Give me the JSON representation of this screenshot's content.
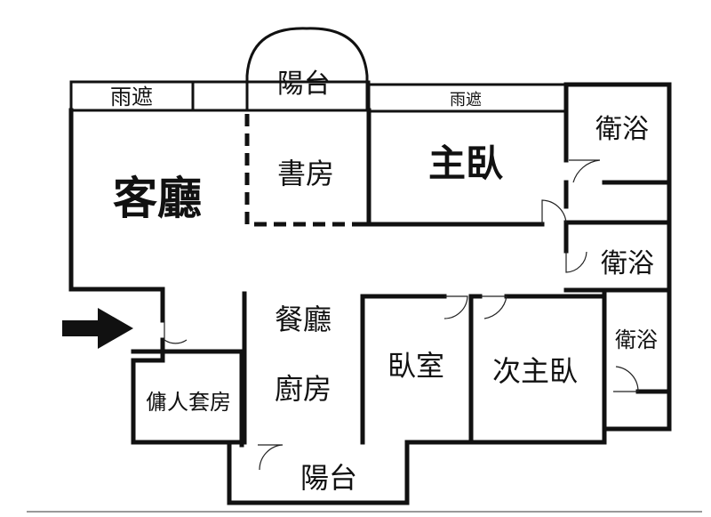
{
  "labels": {
    "canopy_left": "雨遮",
    "canopy_right": "雨遮",
    "balcony_top": "陽台",
    "living_room": "客廳",
    "study": "書房",
    "master_bedroom": "主臥",
    "bathroom_1": "衛浴",
    "bathroom_2": "衛浴",
    "bathroom_3": "衛浴",
    "dining_room": "餐廳",
    "kitchen": "廚房",
    "bedroom": "臥室",
    "second_master_bedroom": "次主臥",
    "maid_room": "傭人套房",
    "balcony_bottom": "陽台"
  },
  "icons": {
    "entrance": "right-arrow-icon"
  }
}
